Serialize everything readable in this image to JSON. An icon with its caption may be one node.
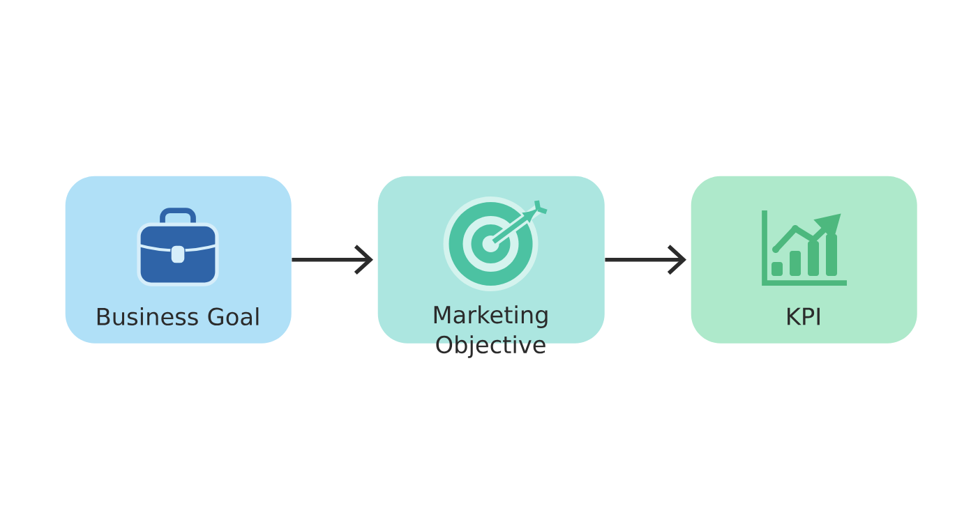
{
  "diagram": {
    "nodes": [
      {
        "text": [
          "Business Goal"
        ]
      },
      {
        "text": [
          "Marketing Objective"
        ]
      },
      {
        "text": [
          "KPI"
        ]
      }
    ],
    "edges": [
      {
        "from": 0,
        "to": 1,
        "arrow": "to"
      },
      {
        "from": 1,
        "to": 2,
        "arrow": "to"
      }
    ]
  }
}
